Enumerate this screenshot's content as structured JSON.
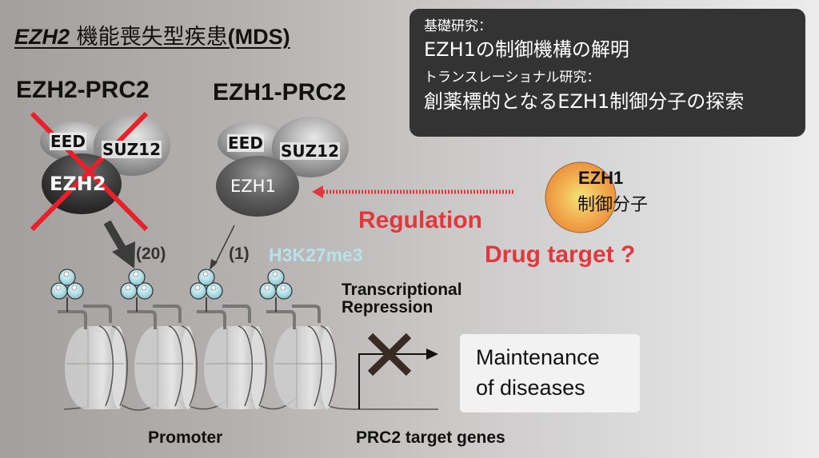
{
  "title": {
    "gene": "EZH2",
    "description": " 機能喪失型疾患",
    "disease": "(MDS)"
  },
  "complexes": [
    {
      "name": "EZH2-PRC2",
      "subunits": [
        "EED",
        "SUZ12",
        "EZH2"
      ],
      "crossed_out": true,
      "activity_label": "(20)"
    },
    {
      "name": "EZH1-PRC2",
      "subunits": [
        "EED",
        "SUZ12",
        "EZH1"
      ],
      "crossed_out": false,
      "activity_label": "(1)"
    }
  ],
  "info_box": {
    "basic_heading": "基礎研究：",
    "basic_text": "EZH1の制御機構の解明",
    "translational_heading": "トランスレーショナル研究：",
    "translational_text": "創薬標的となるEZH1制御分子の探索"
  },
  "regulator": {
    "label_line1": "EZH1",
    "label_line2": "制御分子",
    "regulation_label": "Regulation",
    "drug_target_label": "Drug target ?"
  },
  "chromatin": {
    "mark_label": "H3K27me3",
    "nucleosome_count": 4,
    "promoter_label": "Promoter",
    "target_genes_label": "PRC2 target genes",
    "repression_line1": "Transcriptional",
    "repression_line2": "Repression"
  },
  "outcome": {
    "line1": "Maintenance",
    "line2": "of diseases"
  },
  "colors": {
    "red": "#e0383c",
    "histone_mark": "#b6e3ea",
    "infobox_bg": "#333333",
    "regulator_orange": "#f0913a"
  }
}
